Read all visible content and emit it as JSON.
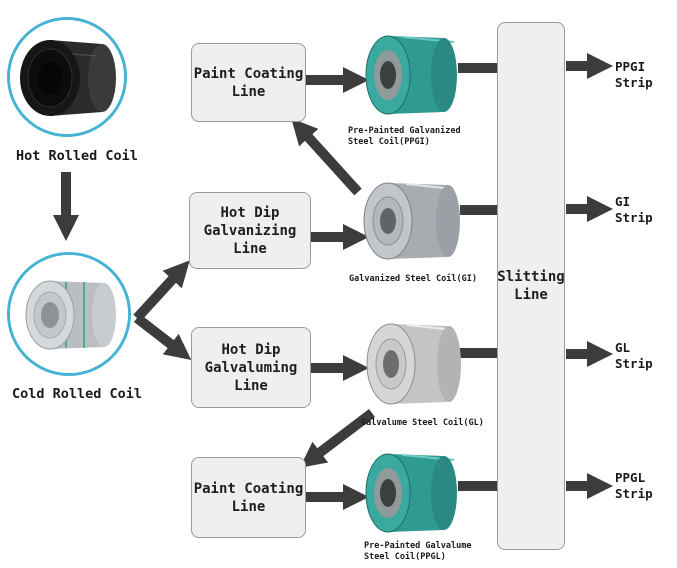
{
  "sources": {
    "hot_rolled": "Hot Rolled Coil",
    "cold_rolled": "Cold Rolled Coil"
  },
  "processes": {
    "paint_top": "Paint Coating\nLine",
    "hot_dip_galvanizing": "Hot Dip\nGalvanizing\nLine",
    "hot_dip_galvaluming": "Hot Dip\nGalvaluming\nLine",
    "paint_bottom": "Paint Coating\nLine",
    "slitting": "Slitting\nLine"
  },
  "coils": {
    "ppgi": "Pre-Painted Galvanized\nSteel Coil(PPGI)",
    "gi": "Galvanized Steel Coil(GI)",
    "gl": "Galvalume Steel Coil(GL)",
    "ppgl": "Pre-Painted Galvalume\nSteel Coil(PPGL)"
  },
  "outputs": {
    "ppgi": "PPGI\nStrip",
    "gi": "GI\nStrip",
    "gl": "GL\nStrip",
    "ppgl": "PPGL\nStrip"
  },
  "colors": {
    "arrow": "#3c3c3c",
    "circle_border": "#45b3d4",
    "box_fill": "#efefef",
    "box_border": "#9a9a9a",
    "painted_coil": "#2f9c94",
    "galvanized_coil": "#a9aeb3",
    "galvalume_coil": "#bdbdbd"
  }
}
